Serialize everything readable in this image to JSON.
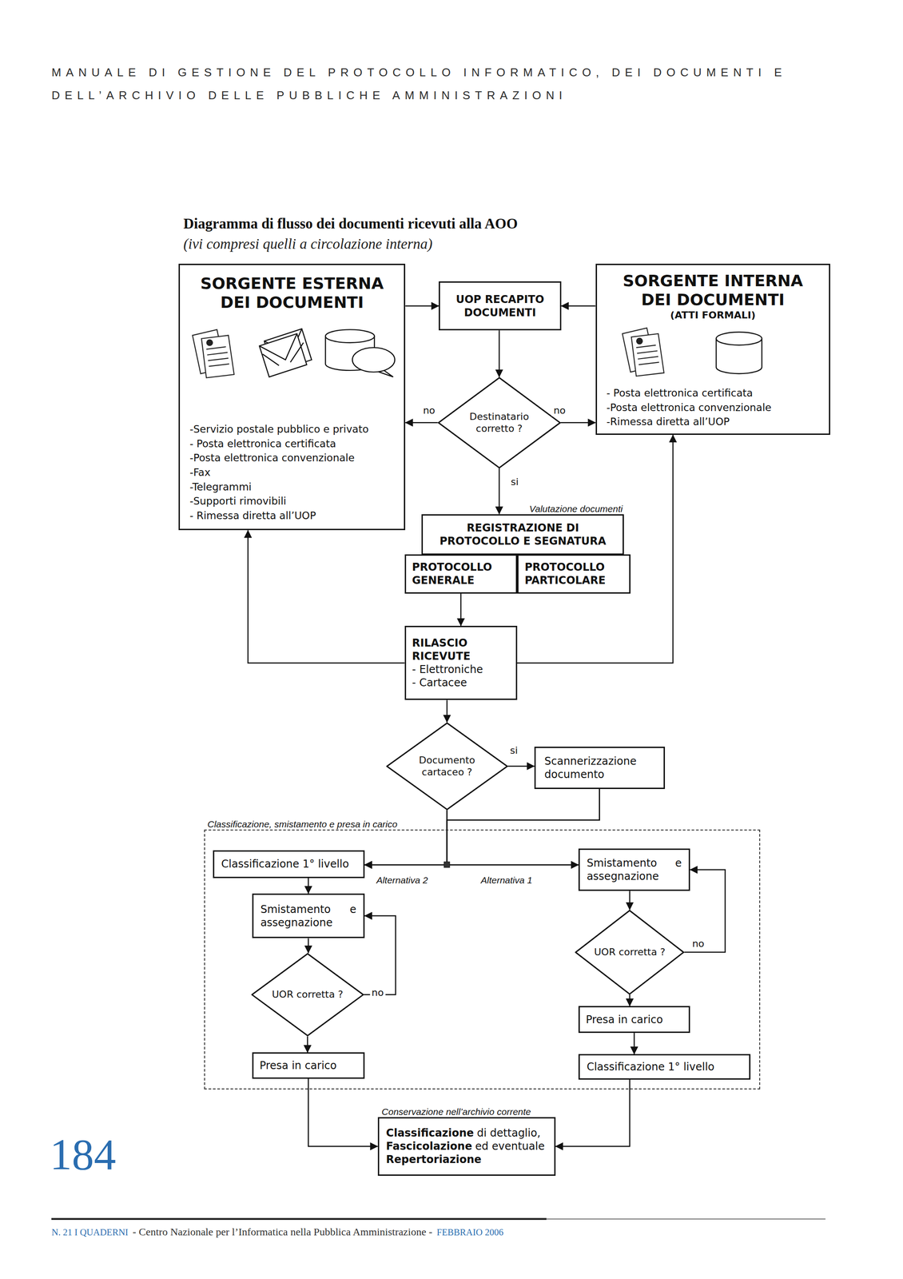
{
  "diagram": {
    "title": "Diagramma di flusso dei documenti ricevuti alla AOO",
    "nodes": [
      {
        "text": [
          "SORGENTE ESTERNA DEI DOCUMENTI",
          "-Servizio postale pubblico e privato",
          "- Posta elettronica certificata",
          "-Posta elettronica convenzionale",
          "-Fax",
          "-Telegrammi",
          "-Supporti rimovibili",
          "- Rimessa diretta all’UOP"
        ]
      },
      {
        "text": [
          "UOP RECAPITO DOCUMENTI"
        ]
      },
      {
        "text": [
          "SORGENTE INTERNA DEI DOCUMENTI",
          "(ATTI FORMALI)",
          "- Posta elettronica certificata",
          "-Posta elettronica convenzionale",
          "-Rimessa diretta all’UOP"
        ]
      },
      {
        "text": [
          "Destinatario corretto ?"
        ]
      },
      {
        "text": [
          "Valutazione documenti",
          "REGISTRAZIONE DI PROTOCOLLO E SEGNATURA"
        ]
      },
      {
        "text": [
          "PROTOCOLLO GENERALE"
        ]
      },
      {
        "text": [
          "PROTOCOLLO PARTICOLARE"
        ]
      },
      {
        "text": [
          "RILASCIO RICEVUTE",
          "- Elettroniche",
          "- Cartacee"
        ]
      },
      {
        "text": [
          "Documento cartaceo ?"
        ]
      },
      {
        "text": [
          "Scannerizzazione documento"
        ]
      },
      {
        "text": [
          "Classificazione, smistamento e presa in carico"
        ]
      },
      {
        "text": [
          "Classificazione 1° livello"
        ],
        "in": 10
      },
      {
        "text": [
          "Smistamento e assegnazione"
        ],
        "in": 10
      },
      {
        "text": [
          "UOR corretta ?"
        ],
        "in": 10
      },
      {
        "text": [
          "Presa in carico"
        ],
        "in": 10
      },
      {
        "text": [
          "Smistamento e assegnazione"
        ],
        "in": 10
      },
      {
        "text": [
          "UOR corretta ?"
        ],
        "in": 10
      },
      {
        "text": [
          "Presa in carico"
        ],
        "in": 10
      },
      {
        "text": [
          "Classificazione 1° livello"
        ],
        "in": 10
      },
      {
        "text": [
          "Conservazione nell’archivio corrente",
          "Classificazione",
          "di dettaglio,",
          "Fascicolazione",
          "ed eventuale",
          "Repertoriazione"
        ]
      }
    ],
    "edges": [
      {
        "from": 0,
        "to": 1,
        "arrow": "to"
      },
      {
        "from": 2,
        "to": 1,
        "arrow": "to"
      },
      {
        "from": 1,
        "to": 3,
        "arrow": "to"
      },
      {
        "from": 3,
        "to": 0,
        "label": "no",
        "arrow": "to"
      },
      {
        "from": 3,
        "to": 2,
        "label": "no",
        "arrow": "to"
      },
      {
        "from": 3,
        "to": 4,
        "label": "si",
        "arrow": "to"
      },
      {
        "from": 5,
        "to": 7,
        "arrow": "to"
      },
      {
        "from": 7,
        "to": 0,
        "arrow": "to"
      },
      {
        "from": 7,
        "to": 2,
        "arrow": "to"
      },
      {
        "from": 7,
        "to": 8,
        "arrow": "to"
      },
      {
        "from": 8,
        "to": 9,
        "label": "si",
        "arrow": "to"
      },
      {
        "from": 8,
        "to": 11,
        "label": "Alternativa 2",
        "arrow": "to"
      },
      {
        "from": 8,
        "to": 15,
        "label": "Alternativa 1",
        "arrow": "to"
      },
      {
        "from": 9,
        "to": 11,
        "arrow": "to"
      },
      {
        "from": 9,
        "to": 15,
        "arrow": "to"
      },
      {
        "from": 11,
        "to": 12,
        "arrow": "to"
      },
      {
        "from": 12,
        "to": 13,
        "arrow": "to"
      },
      {
        "from": 13,
        "to": 12,
        "label": "no",
        "arrow": "to"
      },
      {
        "from": 13,
        "to": 14,
        "arrow": "to"
      },
      {
        "from": 15,
        "to": 16,
        "arrow": "to"
      },
      {
        "from": 16,
        "to": 15,
        "label": "no",
        "arrow": "to"
      },
      {
        "from": 16,
        "to": 17,
        "arrow": "to"
      },
      {
        "from": 17,
        "to": 18,
        "arrow": "to"
      },
      {
        "from": 14,
        "to": 19,
        "arrow": "to"
      },
      {
        "from": 18,
        "to": 19,
        "arrow": "to"
      }
    ],
    "labels": [
      "MANUALE DI GESTIONE DEL PROTOCOLLO INFORMATICO, DEI DOCUMENTI E DELL’ARCHIVIO DELLE PUBBLICHE AMMINISTRAZIONI",
      "(ivi compresi quelli a circolazione interna)",
      "184",
      "N. 21 I QUADERNI",
      "- Centro Nazionale per l’Informatica nella Pubblica Amministrazione -",
      "FEBBRAIO 2006"
    ]
  }
}
